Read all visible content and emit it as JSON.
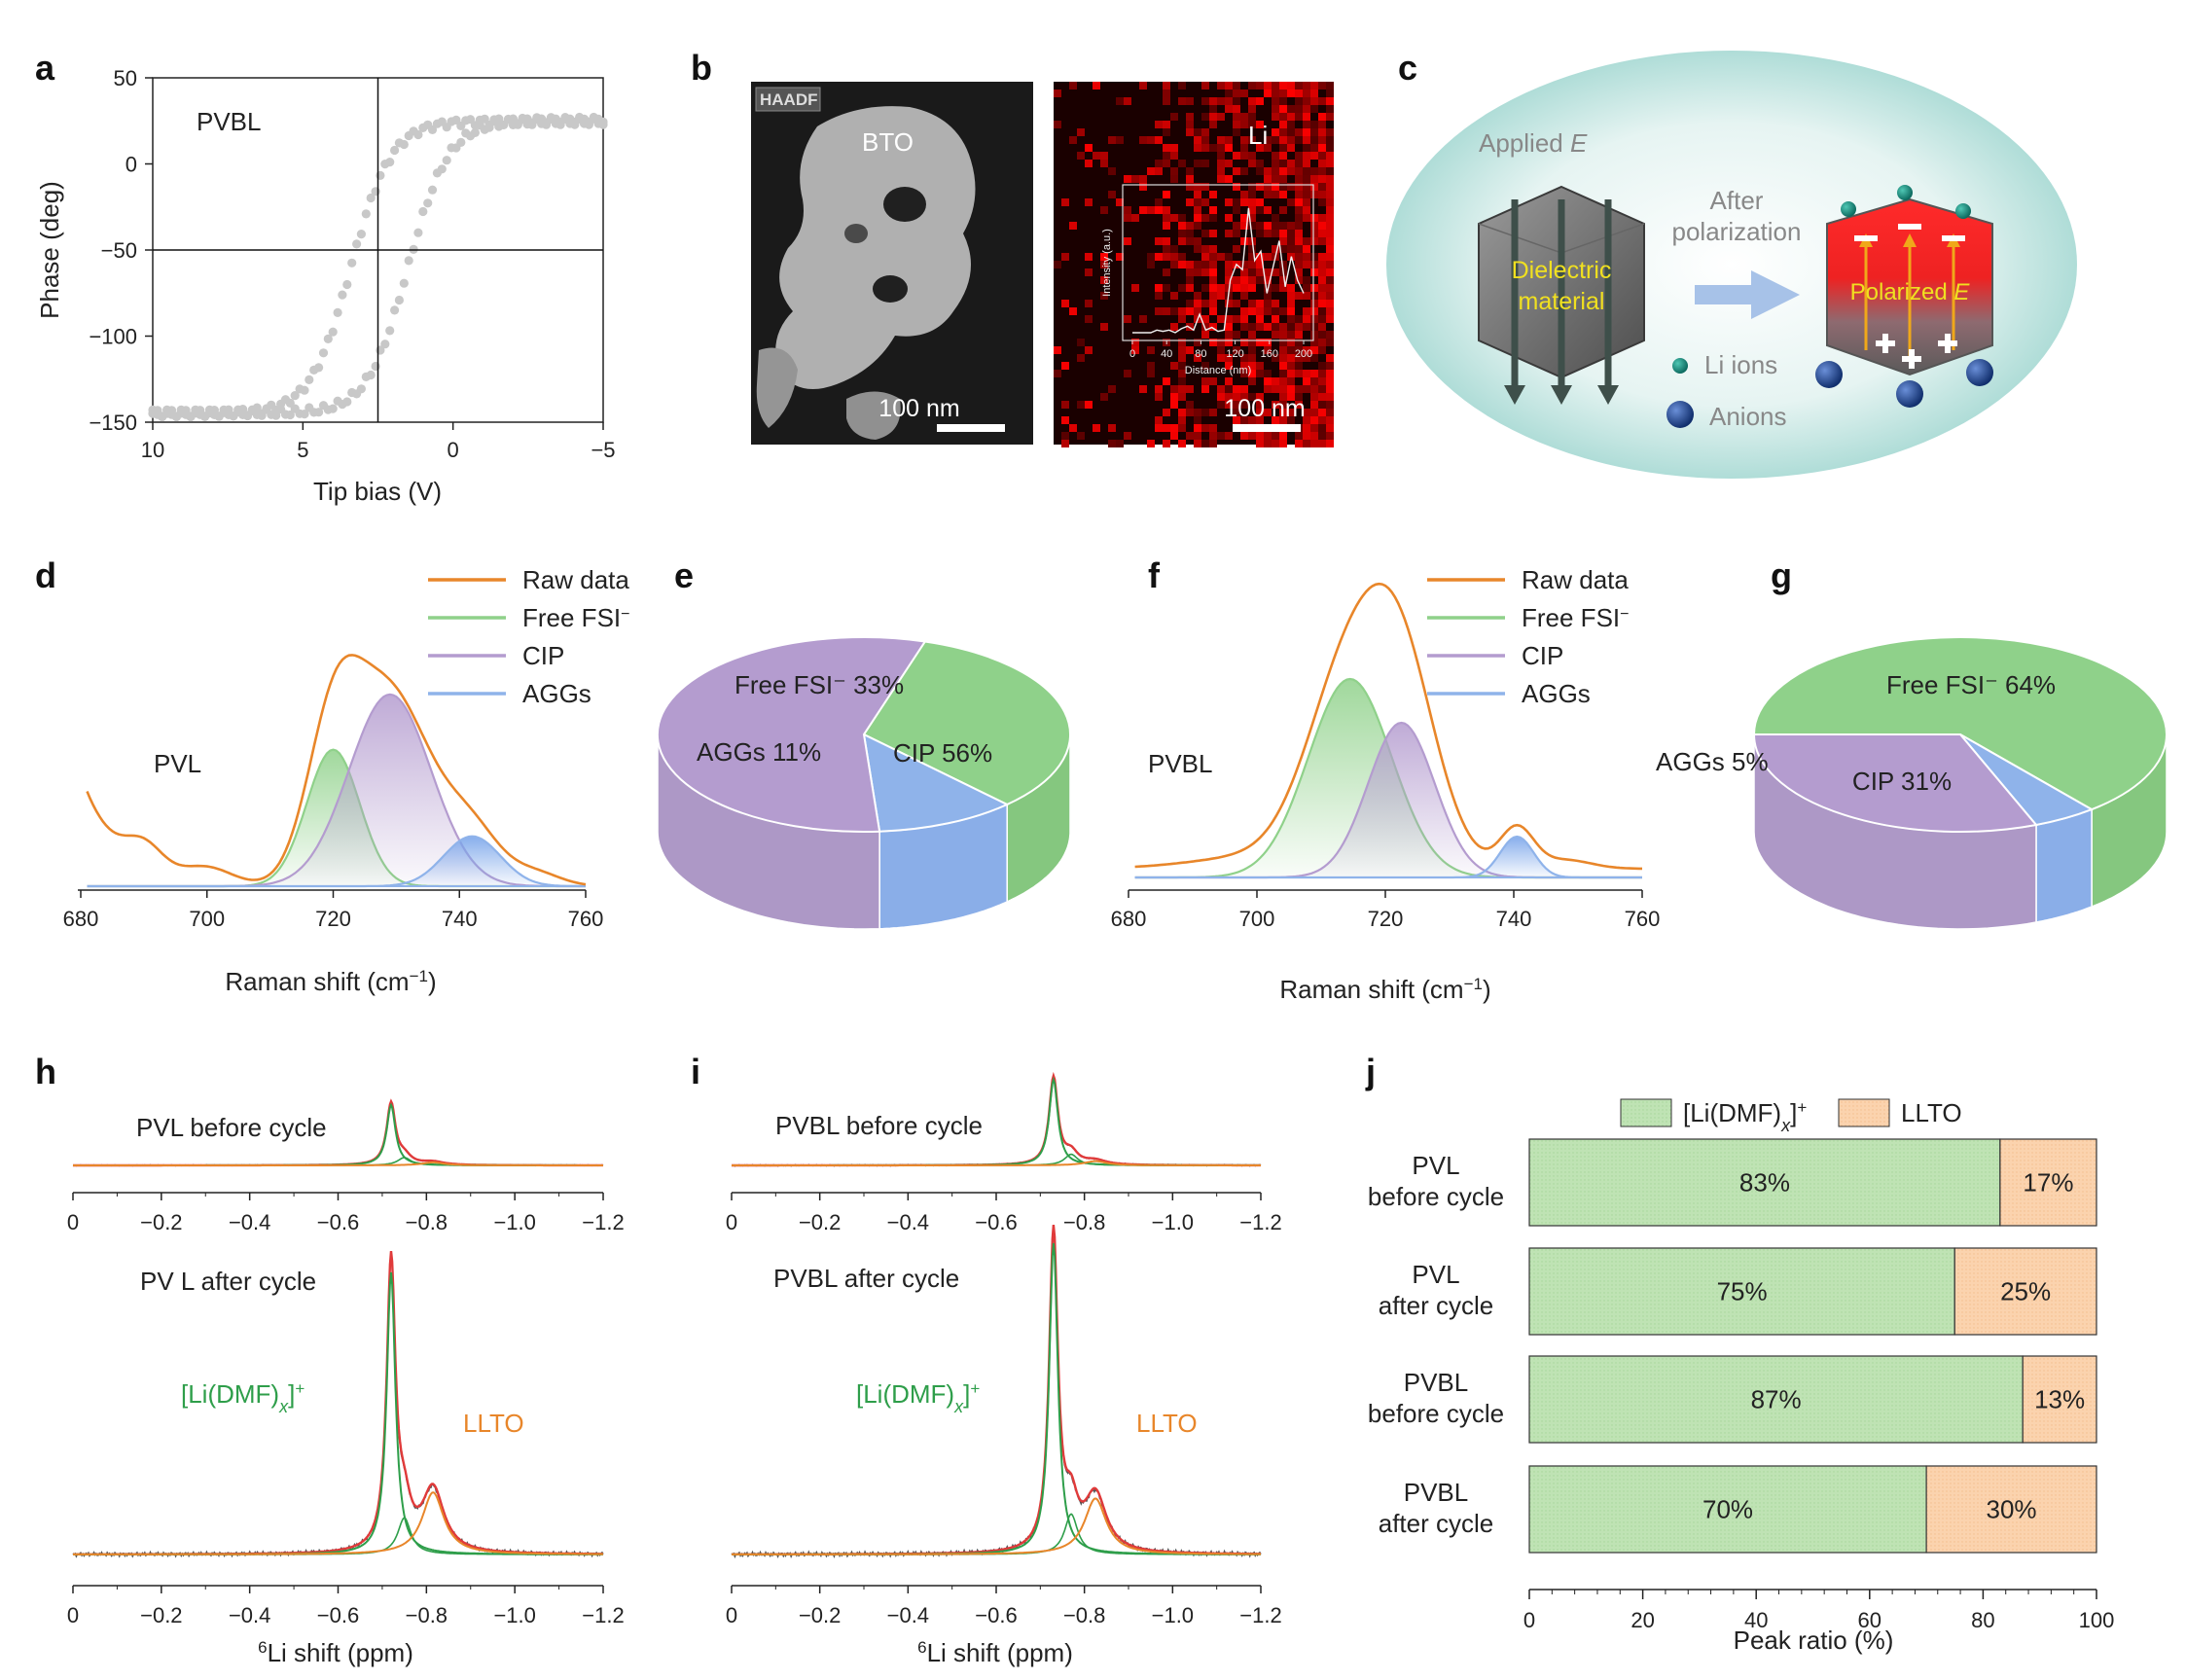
{
  "panels": {
    "a": "a",
    "b": "b",
    "c": "c",
    "d": "d",
    "e": "e",
    "f": "f",
    "g": "g",
    "h": "h",
    "i": "i",
    "j": "j"
  },
  "colors": {
    "raw": "#e8862a",
    "free": "#8fd18a",
    "cip": "#b49ccf",
    "aggs": "#8fb3ea",
    "green_line": "#2e9e4a",
    "red_line": "#e03a3a",
    "orange_line": "#e8862a",
    "llto_bar": "#fbd3ae",
    "li_bar": "#bfe3b4",
    "grey_marker": "#c8c8c8"
  },
  "chart_data": [
    {
      "id": "a",
      "type": "scatter",
      "annotation": "PVBL",
      "xlabel": "Tip bias (V)",
      "ylabel": "Phase (deg)",
      "xlim": [
        10,
        -5
      ],
      "ylim": [
        -150,
        50
      ],
      "xticks": [
        "10",
        "5",
        "0",
        "−5"
      ],
      "yticks": [
        "50",
        "0",
        "−50",
        "−100",
        "−150"
      ],
      "ref_lines": {
        "x": 2.5,
        "y": -50
      }
    },
    {
      "id": "b",
      "type": "image",
      "left_label": "HAADF",
      "left_annotation": "BTO",
      "left_scale": "100 nm",
      "right_annotation": "Li",
      "right_scale": "100 nm",
      "inset": {
        "xlabel": "Distance (nm)",
        "ylabel": "Intensity (a.u.)",
        "xticks": [
          "0",
          "40",
          "80",
          "120",
          "160",
          "200"
        ]
      }
    },
    {
      "id": "c",
      "type": "diagram",
      "applied": "Applied ",
      "applied_e": "E",
      "dielectric_1": "Dielectric",
      "dielectric_2": "material",
      "after_1": "After",
      "after_2": "polarization",
      "li_ions": "Li ions",
      "anions": "Anions",
      "polarized": "Polarized ",
      "polarized_e": "E"
    },
    {
      "id": "d",
      "type": "line",
      "annotation": "PVL",
      "xlabel": "Raman shift (cm",
      "xlabel_sup": "−1",
      "xlabel_end": ")",
      "xlim": [
        680,
        760
      ],
      "xticks": [
        "680",
        "700",
        "720",
        "740",
        "760"
      ],
      "legend": [
        "Raw data",
        "Free FSI",
        "CIP",
        "AGGs"
      ],
      "legend_sup": "−",
      "series": [
        {
          "name": "Free FSI",
          "center": 720,
          "width": 4.2,
          "amp": 0.52
        },
        {
          "name": "CIP",
          "center": 729,
          "width": 6.5,
          "amp": 0.73
        },
        {
          "name": "AGGs",
          "center": 742,
          "width": 4.5,
          "amp": 0.19
        }
      ]
    },
    {
      "id": "e",
      "type": "pie",
      "labels": [
        "Free FSI",
        "AGGs",
        "CIP"
      ],
      "values": [
        33,
        11,
        56
      ],
      "label_texts": [
        "Free FSI⁻ 33%",
        "AGGs 11%",
        "CIP 56%"
      ]
    },
    {
      "id": "f",
      "type": "line",
      "annotation": "PVBL",
      "xlabel": "Raman shift (cm",
      "xlabel_sup": "−1",
      "xlabel_end": ")",
      "xlim": [
        680,
        760
      ],
      "xticks": [
        "680",
        "700",
        "720",
        "740",
        "760"
      ],
      "legend": [
        "Raw data",
        "Free FSI",
        "CIP",
        "AGGs"
      ],
      "legend_sup": "−",
      "series": [
        {
          "name": "Free FSI",
          "center": 714.5,
          "width": 6.5,
          "amp": 0.68
        },
        {
          "name": "CIP",
          "center": 722.5,
          "width": 5.2,
          "amp": 0.53
        },
        {
          "name": "AGGs",
          "center": 740.5,
          "width": 2.6,
          "amp": 0.14
        }
      ]
    },
    {
      "id": "g",
      "type": "pie",
      "labels": [
        "Free FSI",
        "AGGs",
        "CIP"
      ],
      "values": [
        64,
        5,
        31
      ],
      "label_texts": [
        "Free FSI⁻ 64%",
        "AGGs 5%",
        "CIP 31%"
      ]
    },
    {
      "id": "h",
      "type": "line",
      "top_label": "PVL before cycle",
      "bottom_label": "PV L after cycle",
      "species_label": "[Li(DMF)",
      "species_sub": "x",
      "species_end": "]",
      "species_sup": "+",
      "llto_label": "LLTO",
      "xlabel_sup": "6",
      "xlabel": "Li shift (ppm)",
      "xlim": [
        0,
        -1.2
      ],
      "xticks": [
        "0",
        "−0.2",
        "−0.4",
        "−0.6",
        "−0.8",
        "−1.0",
        "−1.2"
      ],
      "peaks": {
        "li": -0.72,
        "llto": -0.815,
        "minor": -0.75
      }
    },
    {
      "id": "i",
      "type": "line",
      "top_label": "PVBL before cycle",
      "bottom_label": "PVBL after cycle",
      "species_label": "[Li(DMF)",
      "species_sub": "x",
      "species_end": "]",
      "species_sup": "+",
      "llto_label": "LLTO",
      "xlabel_sup": "6",
      "xlabel": "Li shift (ppm)",
      "xlim": [
        0,
        -1.2
      ],
      "xticks": [
        "0",
        "−0.2",
        "−0.4",
        "−0.6",
        "−0.8",
        "−1.0",
        "−1.2"
      ],
      "peaks": {
        "li": -0.73,
        "llto": -0.825,
        "minor": -0.77
      }
    },
    {
      "id": "j",
      "type": "bar",
      "orientation": "horizontal-stacked",
      "legend": [
        "[Li(DMF)",
        "LLTO"
      ],
      "legend_sub": "x",
      "legend_end": "]",
      "legend_sup": "+",
      "categories": [
        [
          "PVL",
          "before cycle"
        ],
        [
          "PVL",
          "after cycle"
        ],
        [
          "PVBL",
          "before cycle"
        ],
        [
          "PVBL",
          "after cycle"
        ]
      ],
      "series": [
        {
          "name": "[Li(DMF)x]+",
          "values": [
            83,
            75,
            87,
            70
          ],
          "labels": [
            "83%",
            "75%",
            "87%",
            "70%"
          ]
        },
        {
          "name": "LLTO",
          "values": [
            17,
            25,
            13,
            30
          ],
          "labels": [
            "17%",
            "25%",
            "13%",
            "30%"
          ]
        }
      ],
      "xlabel": "Peak ratio (%)",
      "xlim": [
        0,
        100
      ],
      "xticks": [
        "0",
        "20",
        "40",
        "60",
        "80",
        "100"
      ]
    }
  ]
}
